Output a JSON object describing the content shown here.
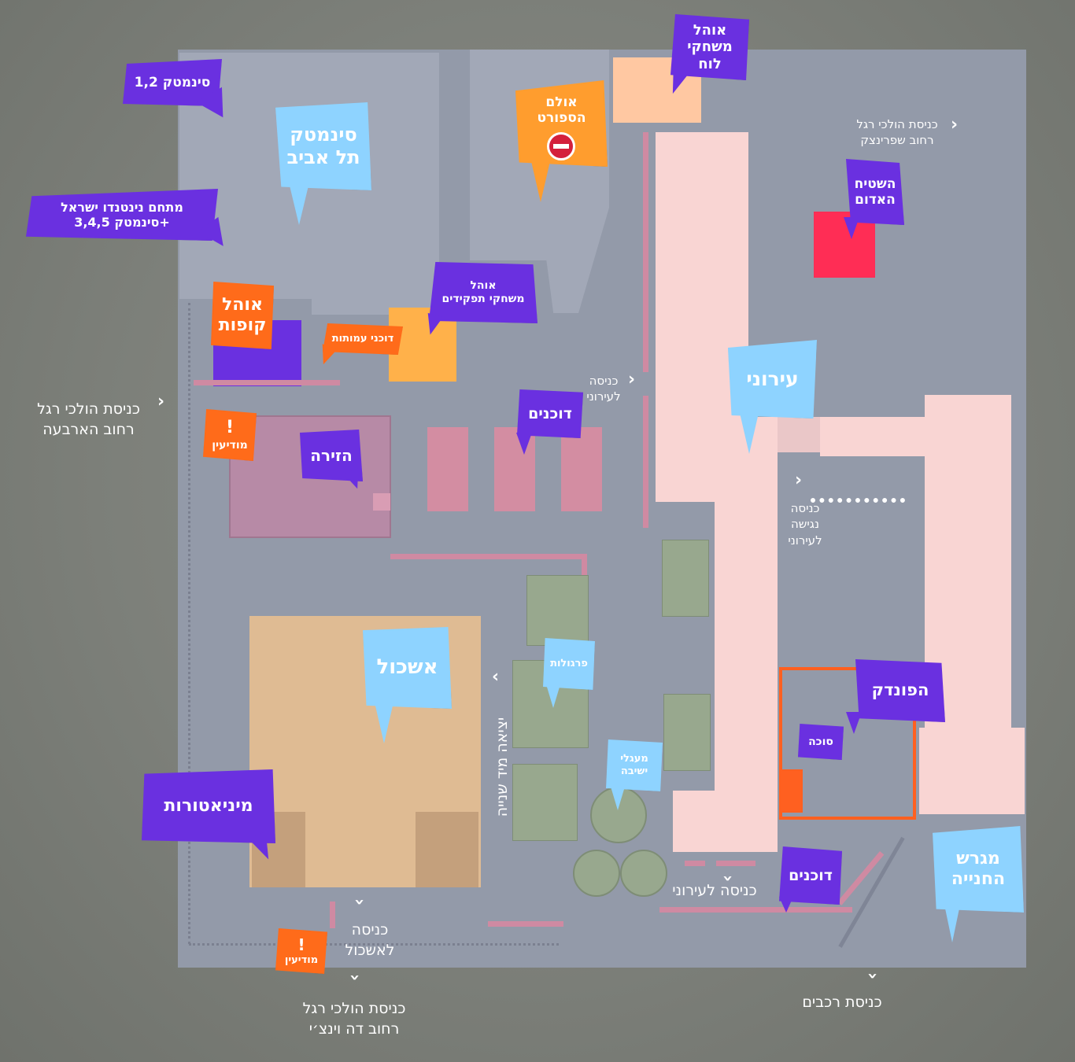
{
  "labels": {
    "cinematheque_12": "סינמטק 1,2",
    "cinematheque_ta_1": "סינמטק",
    "cinematheque_ta_2": "תל אביב",
    "nintendo_1": "מתחם נינטנדו ישראל",
    "nintendo_2": "+סינמטק 3,4,5",
    "sport_hall_1": "אולם",
    "sport_hall_2": "הספורט",
    "board_games_1": "אוהל",
    "board_games_2": "משחקי לוח",
    "red_area_1": "השטיח",
    "red_area_2": "האדום",
    "ticket_tent_1": "אוהל",
    "ticket_tent_2": "קופות",
    "comics_booths": "דוכני עמותות",
    "rpg_tent_1": "אוהל",
    "rpg_tent_2": "משחקי תפקידים",
    "iryoni": "עירוני",
    "booths_top": "דוכנים",
    "arena": "הזירה",
    "info_1": "!",
    "info_2": "מודיעין",
    "eshkol": "אשכול",
    "pergolas": "פרגולות",
    "seating_1": "מעגלי",
    "seating_2": "ישיבה",
    "inn": "הפונדק",
    "sukkah": "סוכה",
    "miniatures": "מיניאטורות",
    "booths_bottom": "דוכנים",
    "parking_1": "מגרש",
    "parking_2": "החנייה",
    "info_bottom_1": "!",
    "info_bottom_2": "מודיעין"
  },
  "entrances": {
    "sprinzak_1": "כניסת הולכי רגל",
    "sprinzak_2": "רחוב שפרינצק",
    "arbaa_1": "כניסת הולכי רגל",
    "arbaa_2": "רחוב הארבעה",
    "iryoni_side_1": "כניסה",
    "iryoni_side_2": "לעירוני",
    "access_1": "כניסה",
    "access_2": "נגישה",
    "access_3": "לעירוני",
    "exit_vertical": "יציאה מיד שנייה",
    "iryoni_bottom": "כניסה לעירוני",
    "eshkol_1": "כניסה",
    "eshkol_2": "לאשכול",
    "davinci_1": "כניסת הולכי רגל",
    "davinci_2": "רחוב דה וינצ׳י",
    "cars": "כניסת רכבים"
  },
  "colors": {
    "label_purple": "#6a30e0",
    "label_light_blue": "#8ed3ff",
    "label_orange": "#ff6b1a",
    "label_amber": "#ff9d2e",
    "red_area": "#ff2d55",
    "inn_outline": "#ff6020",
    "ground": "#939aa9"
  },
  "icons": {
    "no_entry": "no-entry-icon",
    "entrance_marker": "chevron-icon"
  }
}
